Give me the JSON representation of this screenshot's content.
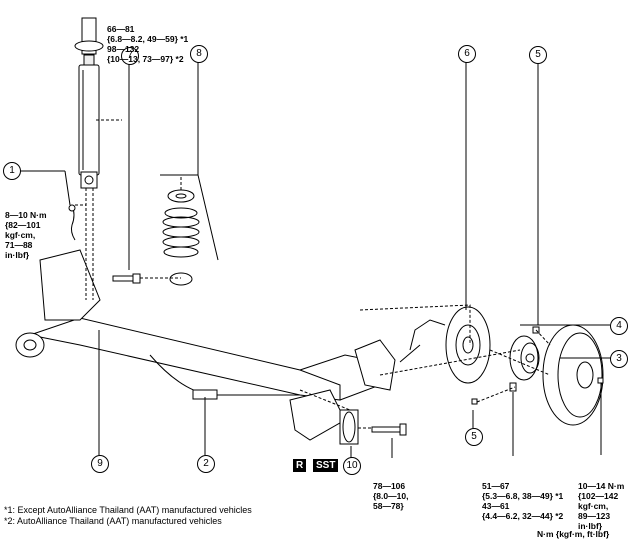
{
  "callouts": {
    "n1": "1",
    "n2": "2",
    "n3": "3",
    "n4": "4",
    "n5a": "5",
    "n5b": "5",
    "n6": "6",
    "n7": "7",
    "n8": "8",
    "n9": "9",
    "n10": "10"
  },
  "torques": {
    "shock_top": [
      "66—81",
      "{6.8—8.2, 49—59} *1",
      "98—132",
      "{10—13, 73—97} *2"
    ],
    "hose_bracket": [
      "8—10 N·m",
      "{82—101",
      "kgf·cm,",
      "71—88",
      "in·lbf}"
    ],
    "bushing_bolt": [
      "78—106",
      "{8.0—10,",
      "58—78}"
    ],
    "hub_bolt": [
      "51—67",
      "{5.3—6.8, 38—49} *1",
      "43—61",
      "{4.4—6.2, 32—44} *2"
    ],
    "drum_screw": [
      "10—14 N·m",
      "{102—142",
      "kgf·cm,",
      "89—123",
      "in·lbf}"
    ]
  },
  "badges": {
    "r": "R",
    "sst": "SST"
  },
  "footnotes": {
    "note1": "*1: Except AutoAlliance Thailand (AAT) manufactured vehicles",
    "note2": "*2: AutoAlliance Thailand (AAT) manufactured vehicles"
  },
  "units": "N·m {kgf·m, ft·lbf}"
}
